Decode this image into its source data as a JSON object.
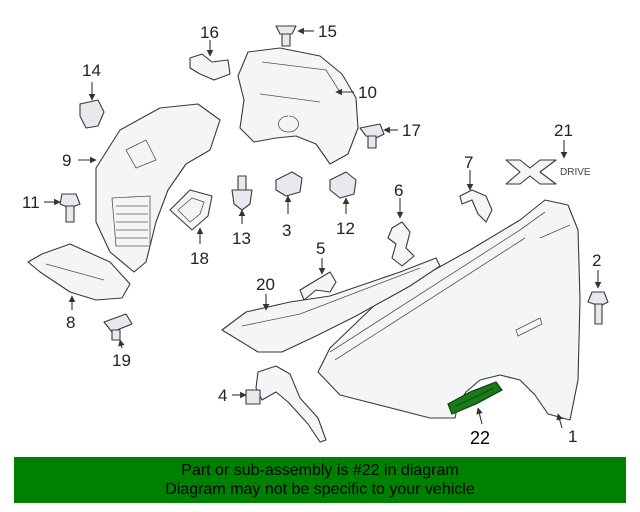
{
  "callouts": {
    "c1": "1",
    "c2": "2",
    "c3": "3",
    "c4": "4",
    "c5": "5",
    "c6": "6",
    "c7": "7",
    "c8": "8",
    "c9": "9",
    "c10": "10",
    "c11": "11",
    "c12": "12",
    "c13": "13",
    "c14": "14",
    "c15": "15",
    "c16": "16",
    "c17": "17",
    "c18": "18",
    "c19": "19",
    "c20": "20",
    "c21": "21",
    "c22": "22"
  },
  "badge": {
    "text": "DRIVE"
  },
  "banner": {
    "line1": "Part or sub-assembly is #22 in diagram",
    "line2": "Diagram may not be specific to your vehicle",
    "color": "#008000"
  },
  "highlight_part": "22"
}
